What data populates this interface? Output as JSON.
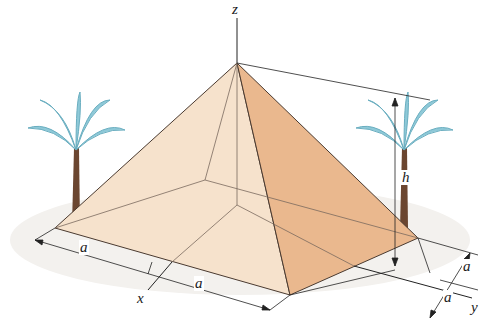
{
  "diagram": {
    "labels": [
      "z",
      "h",
      "a",
      "a",
      "a",
      "a",
      "x",
      "y"
    ]
  }
}
